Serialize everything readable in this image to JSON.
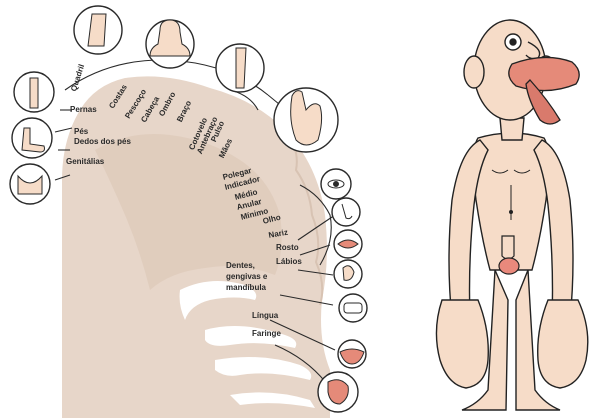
{
  "homunculus": {
    "labels": {
      "quadril": "Quadril",
      "pernas": "Pernas",
      "costas": "Costas",
      "pescoco": "Pescoço",
      "cabeca": "Cabeça",
      "ombro": "Ombro",
      "braco": "Braço",
      "cotovelo": "Cotovelo",
      "antebraco": "Antebraço",
      "pulso": "Pulso",
      "pes": "Pés",
      "dedos_pes": "Dedos dos pés",
      "genitalias": "Genitálias",
      "maos": "Mãos",
      "polegar": "Polegar",
      "indicador": "Indicador",
      "medio": "Médio",
      "anular": "Anular",
      "minimo": "Mínimo",
      "olho": "Olho",
      "nariz": "Nariz",
      "rosto": "Rosto",
      "labios": "Lábios",
      "dentes_1": "Dentes,",
      "dentes_2": "gengivas e",
      "dentes_3": "mandíbula",
      "lingua": "Língua",
      "faringe": "Faringe"
    },
    "colors": {
      "cortex": "#e7d6c9",
      "skin": "#f6dcc8",
      "outline": "#222222",
      "tongue": "#e58a79",
      "genital": "#e9897c"
    }
  }
}
